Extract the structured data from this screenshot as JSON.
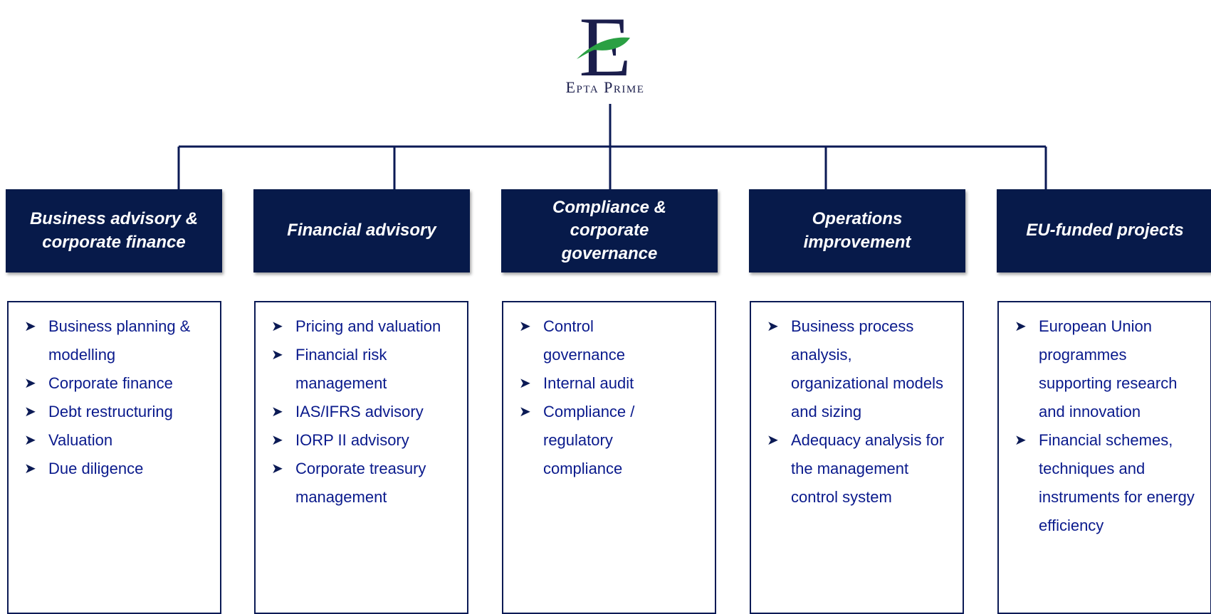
{
  "brand": {
    "name": "Epta Prime"
  },
  "colors": {
    "navy": "#071a4a",
    "text_blue": "#0a1a8c",
    "leaf_green": "#2aa043",
    "line": "#0b1a55"
  },
  "columns": [
    {
      "title": "Business advisory & corporate finance",
      "items": [
        "Business planning & modelling",
        "Corporate finance",
        "Debt restructuring",
        "Valuation",
        "Due diligence"
      ]
    },
    {
      "title": "Financial advisory",
      "items": [
        "Pricing and valuation",
        "Financial risk management",
        "IAS/IFRS advisory",
        "IORP II advisory",
        "Corporate treasury management"
      ]
    },
    {
      "title": "Compliance & corporate governance",
      "items": [
        "Control governance",
        "Internal audit",
        "Compliance / regulatory compliance"
      ]
    },
    {
      "title": "Operations improvement",
      "items": [
        "Business process analysis, organizational models and sizing",
        "Adequacy analysis for the management control system"
      ]
    },
    {
      "title": "EU-funded projects",
      "items": [
        "European Union programmes supporting research and innovation",
        "Financial schemes, techniques and instruments for energy efficiency"
      ]
    }
  ]
}
